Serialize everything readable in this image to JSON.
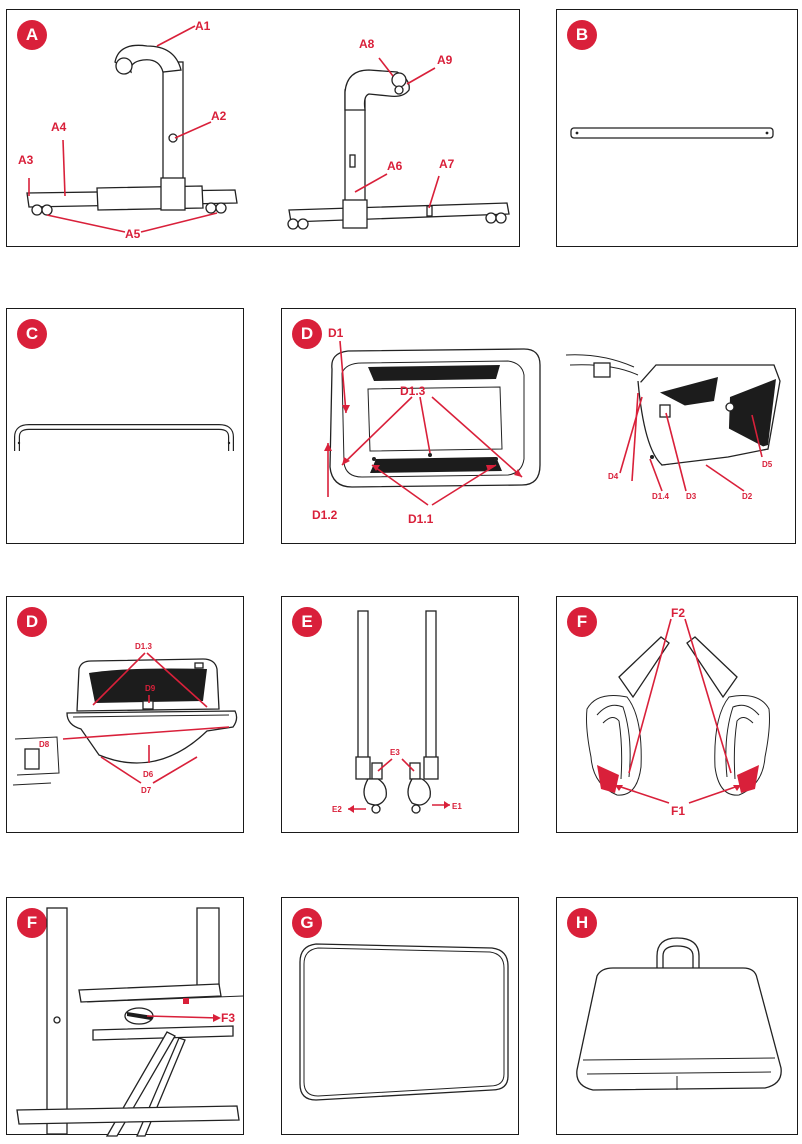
{
  "panels": {
    "a": {
      "letter": "A",
      "labels": {
        "a1": "A1",
        "a2": "A2",
        "a3": "A3",
        "a4": "A4",
        "a5": "A5",
        "a6": "A6",
        "a7": "A7",
        "a8": "A8",
        "a9": "A9"
      }
    },
    "b": {
      "letter": "B"
    },
    "c": {
      "letter": "C"
    },
    "d1": {
      "letter": "D",
      "labels": {
        "d1": "D1",
        "d1_3": "D1.3",
        "d1_2": "D1.2",
        "d1_1": "D1.1",
        "d4": "D4",
        "d1_4": "D1.4",
        "d3": "D3",
        "d2": "D2",
        "d5": "D5"
      }
    },
    "d2": {
      "letter": "D",
      "labels": {
        "d1_3": "D1.3",
        "d9": "D9",
        "d8": "D8",
        "d6": "D6",
        "d7": "D7"
      }
    },
    "e": {
      "letter": "E",
      "labels": {
        "e3": "E3",
        "e2": "E2",
        "e1": "E1"
      }
    },
    "f1": {
      "letter": "F",
      "labels": {
        "f2": "F2",
        "f1": "F1"
      }
    },
    "f2": {
      "letter": "F",
      "labels": {
        "f3": "F3"
      }
    },
    "g": {
      "letter": "G"
    },
    "h": {
      "letter": "H"
    }
  },
  "colors": {
    "accent": "#d9203a",
    "line": "#222222",
    "fabric": "#1c1c1c"
  }
}
